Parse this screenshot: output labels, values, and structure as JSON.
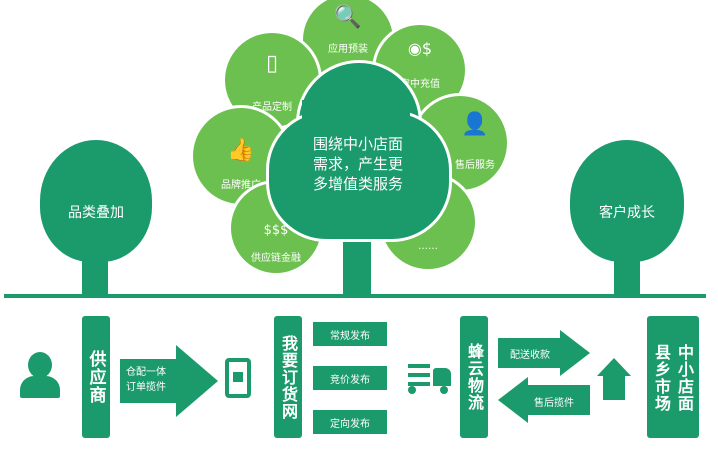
{
  "top": {
    "left_tree": "品类叠加",
    "right_tree": "客户成长",
    "center_tree_lines": [
      "围绕中小店面",
      "需求，产生更",
      "多增值类服务"
    ],
    "services": [
      {
        "label": "应用预装",
        "icon": "search-icon"
      },
      {
        "label": "产品定制",
        "icon": "phone-icon"
      },
      {
        "label": "空中充值",
        "icon": "coins-icon"
      },
      {
        "label": "品牌推广",
        "icon": "thumbs-up-icon"
      },
      {
        "label": "售后服务",
        "icon": "support-agent-icon"
      },
      {
        "label": "供应链金融",
        "icon": "money-bags-icon"
      },
      {
        "label": "……",
        "icon": ""
      }
    ]
  },
  "flow": {
    "supplier": "供应商",
    "arrow1": [
      "仓配一体",
      "订单揽件"
    ],
    "platform": "我要订货网",
    "publish": [
      "常规发布",
      "竞价发布",
      "定向发布"
    ],
    "logistics": "蜂云物流",
    "arrow_right": "配送收款",
    "arrow_left": "售后揽件",
    "market_col1": "县乡市场",
    "market_col2": "中小店面"
  },
  "colors": {
    "dark_green": "#1b9a6c",
    "light_green": "#6cc04f"
  }
}
